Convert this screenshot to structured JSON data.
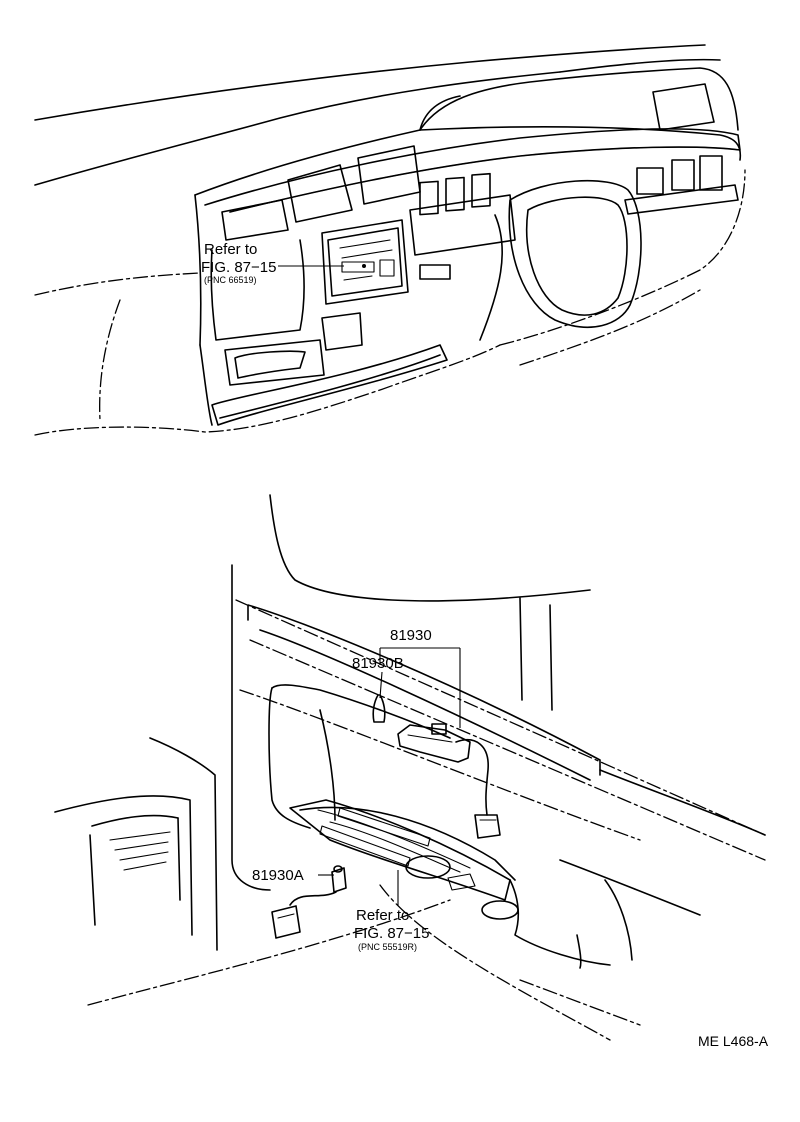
{
  "top_callout": {
    "line1": "Refer to",
    "line2": "FIG. 87−15",
    "line3": "(PNC 66519)"
  },
  "part_81930": "81930",
  "part_81930B": "81930B",
  "part_81930A": "81930A",
  "bottom_callout": {
    "line1": "Refer to",
    "line2": "FIG. 87−15",
    "line3": "(PNC 55519R)"
  },
  "figure_code": "ME L468-A"
}
